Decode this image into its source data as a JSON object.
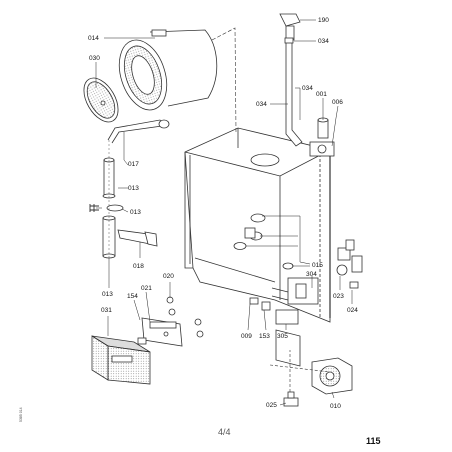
{
  "callouts": [
    "014",
    "030",
    "017",
    "013",
    "013",
    "018",
    "013",
    "154",
    "021",
    "031",
    "020",
    "190",
    "034",
    "034",
    "001",
    "006",
    "034",
    "015",
    "304",
    "023",
    "024",
    "009",
    "153",
    "305",
    "025",
    "010"
  ],
  "footer": {
    "sheet": "4/4",
    "page": "115",
    "code": "5385 014"
  }
}
